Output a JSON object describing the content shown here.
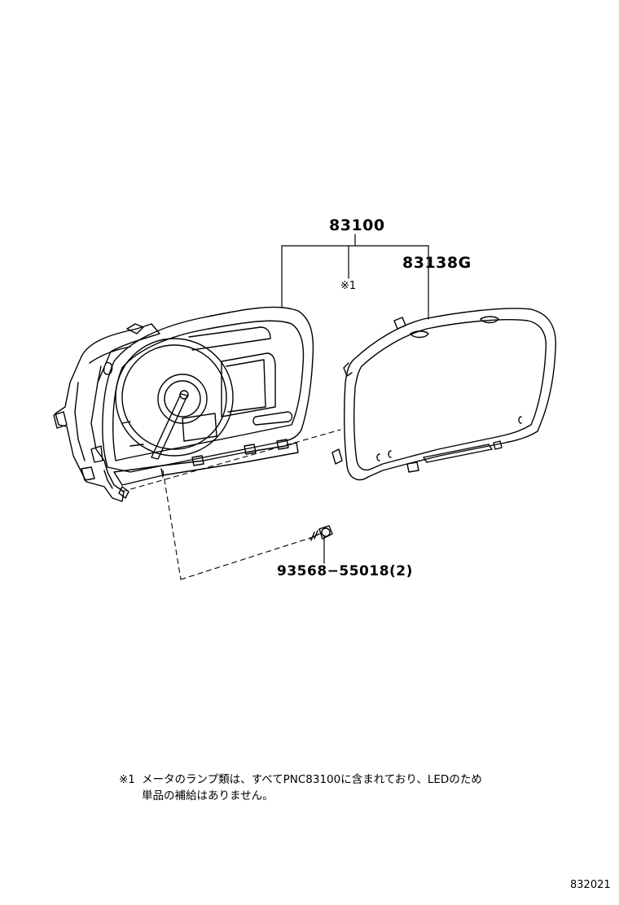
{
  "labels": {
    "meter_assy": "83100",
    "meter_lens": "83138G",
    "note_marker": "※1",
    "screw": "93568−55018(2)"
  },
  "note": {
    "marker": "※1",
    "line1": "メータのランプ類は、すべてPNC83100に含まれており、LEDのため",
    "line2": "単品の補給はありません。"
  },
  "illustration_code": "832021"
}
